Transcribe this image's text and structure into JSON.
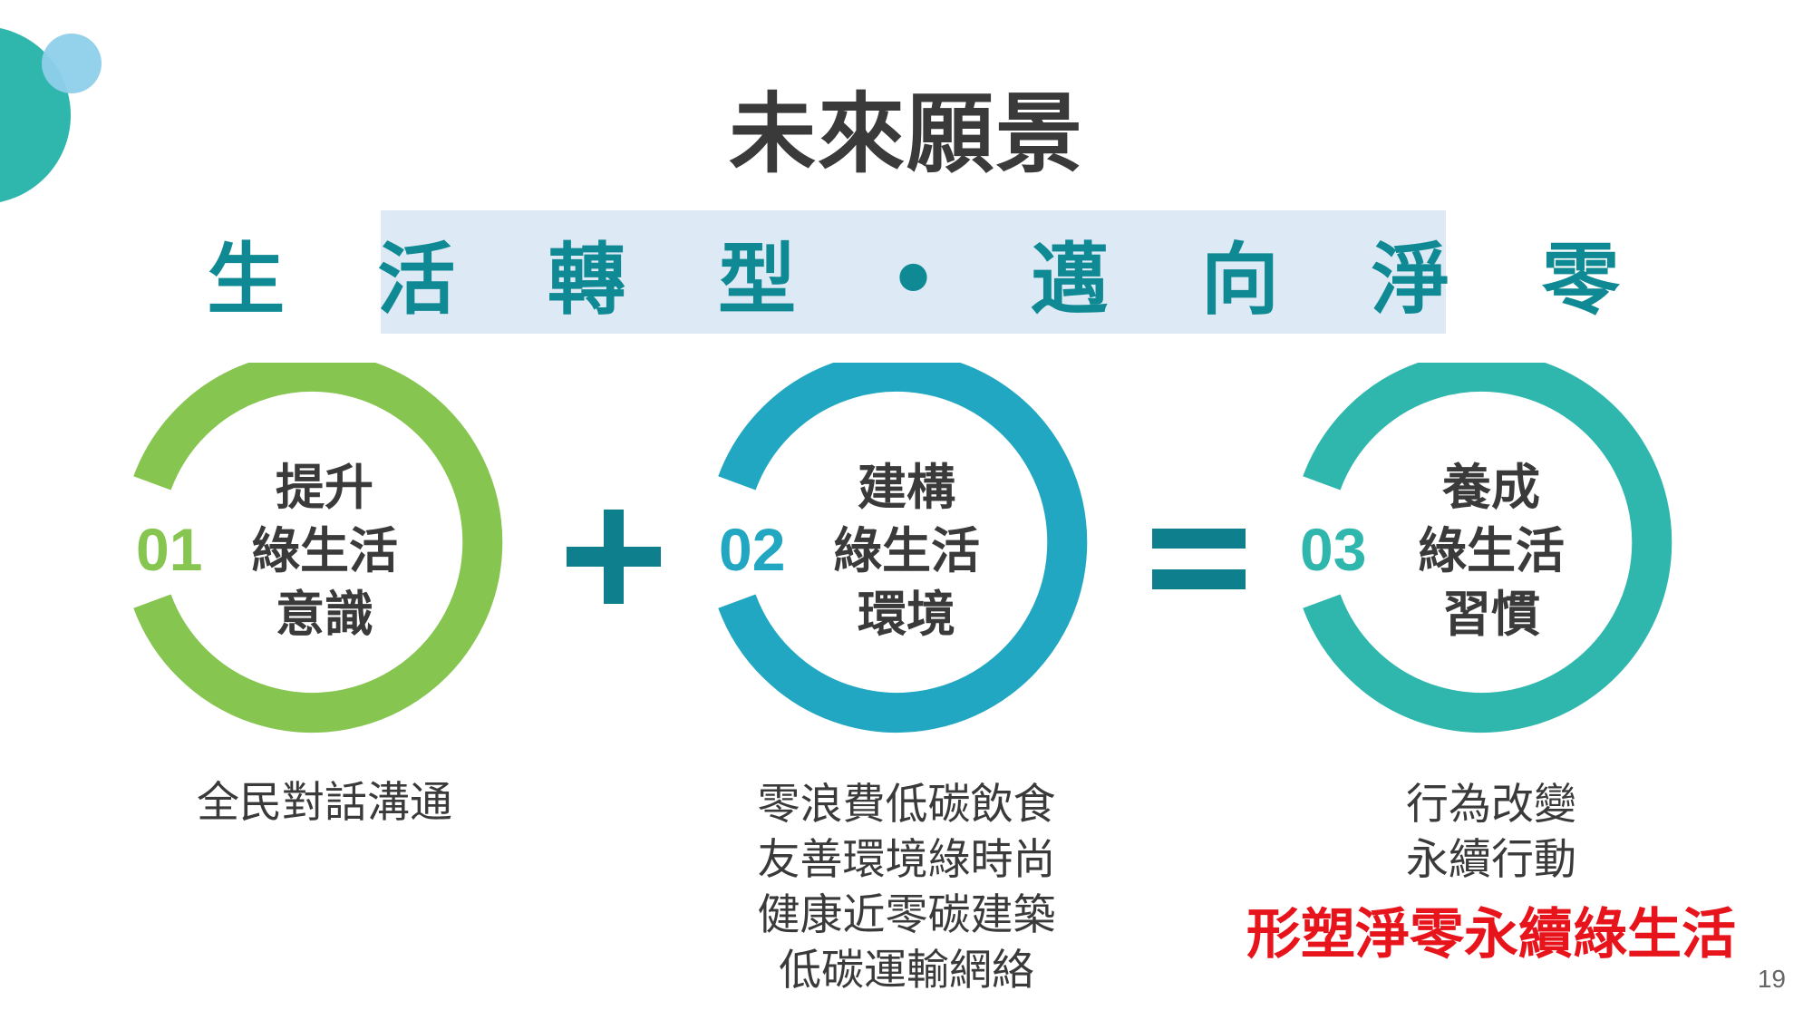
{
  "title": "未來願景",
  "banner": "生 活 轉 型 • 邁 向 淨 零",
  "items": [
    {
      "number": "01",
      "lines": [
        "提升",
        "綠生活",
        "意識"
      ],
      "color": "#86c550",
      "desc": [
        "全民對話溝通"
      ]
    },
    {
      "number": "02",
      "lines": [
        "建構",
        "綠生活",
        "環境"
      ],
      "color": "#22a7c3",
      "desc": [
        "零浪費低碳飲食",
        "友善環境綠時尚",
        "健康近零碳建築",
        "低碳運輸網絡"
      ]
    },
    {
      "number": "03",
      "lines": [
        "養成",
        "綠生活",
        "習慣"
      ],
      "color": "#2fb7ad",
      "desc": [
        "行為改變",
        "永續行動"
      ]
    }
  ],
  "operators": {
    "plus_color": "#0e7f8d",
    "equals_color": "#0e7f8d"
  },
  "highlight": "形塑淨零永續綠生活",
  "highlight_color": "#e8141c",
  "page_number": "19",
  "decor_colors": {
    "teal": "#2fb7ad",
    "light_blue": "#8ecfe9"
  }
}
